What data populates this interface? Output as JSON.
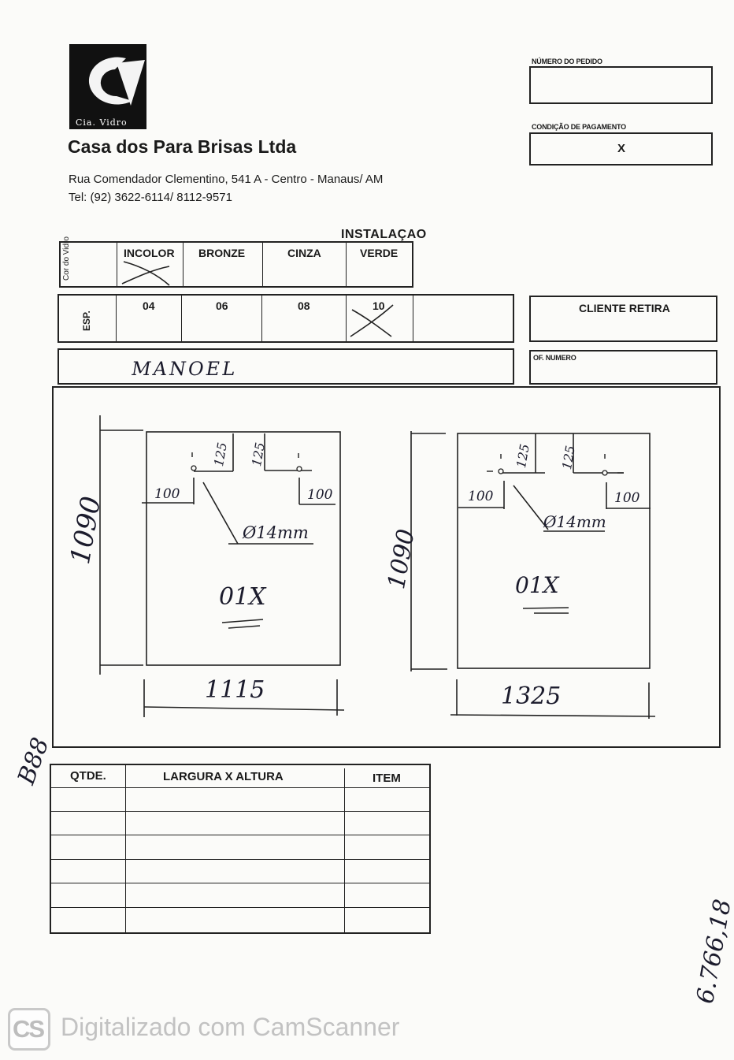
{
  "company": {
    "logo_text": "Cia. Vidro",
    "name": "Casa dos Para Brisas Ltda",
    "address": "Rua Comendador Clementino, 541 A - Centro - Manaus/ AM",
    "phone": "Tel: (92) 3622-6114/ 8112-9571"
  },
  "order": {
    "order_number_label": "NÚMERO DO PEDIDO",
    "order_number_value": "",
    "payment_label": "CONDIÇÃO DE PAGAMENTO",
    "payment_value": "X",
    "pickup_label": "CLIENTE RETIRA",
    "of_number_label": "OF. NUMERO"
  },
  "glass": {
    "section_label": "INSTALAÇAO",
    "color_label": "Cor do Vidro",
    "colors": [
      "INCOLOR",
      "BRONZE",
      "CINZA",
      "VERDE"
    ],
    "selected_color": "INCOLOR",
    "thickness_label": "ESP.",
    "thicknesses": [
      "04",
      "06",
      "08",
      "10"
    ],
    "selected_thickness": "10"
  },
  "customer_name": "MANOEL",
  "drawings": [
    {
      "height": "1090",
      "width": "1115",
      "hole_offset_top_left": "125",
      "hole_offset_top_right": "125",
      "hole_offset_side_left": "100",
      "hole_offset_side_right": "100",
      "hole_diameter": "Ø14mm",
      "quantity": "01X"
    },
    {
      "height": "1090",
      "width": "1325",
      "hole_offset_top_left": "125",
      "hole_offset_top_right": "125",
      "hole_offset_side_left": "100",
      "hole_offset_side_right": "100",
      "hole_diameter": "Ø14mm",
      "quantity": "01X"
    }
  ],
  "margin_note": "B88",
  "items_table": {
    "headers": [
      "QTDE.",
      "LARGURA X ALTURA",
      "ITEM"
    ]
  },
  "side_note": "6.766,18",
  "watermark": {
    "icon_text": "CS",
    "text": "Digitalizado com CamScanner"
  }
}
